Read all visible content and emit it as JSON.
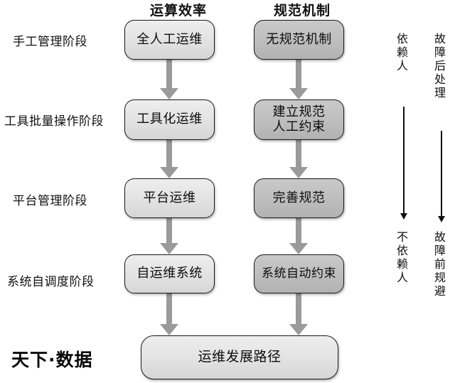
{
  "diagram": {
    "column_headers": [
      {
        "id": "compute-efficiency",
        "label": "运算效率"
      },
      {
        "id": "standard-mechanism",
        "label": "规范机制"
      }
    ],
    "stages": [
      {
        "id": "manual-management",
        "label": "手工管理阶段"
      },
      {
        "id": "tool-batch-operation",
        "label": "工具批量操作阶段"
      },
      {
        "id": "platform-management",
        "label": "平台管理阶段"
      },
      {
        "id": "system-self-scheduling",
        "label": "系统自调度阶段"
      }
    ],
    "left_column_nodes": [
      {
        "id": "all-manual-ops",
        "label": "全人工运维",
        "fill": "#e2e2e2"
      },
      {
        "id": "tooling-ops",
        "label": "工具化运维",
        "fill": "#e2e2e2"
      },
      {
        "id": "platform-ops",
        "label": "平台运维",
        "fill": "#e2e2e2"
      },
      {
        "id": "self-ops-system",
        "label": "自运维系统",
        "fill": "#e2e2e2"
      }
    ],
    "right_column_nodes": [
      {
        "id": "no-standard-mechanism",
        "label": "无规范机制",
        "fill": "#bdbdbd"
      },
      {
        "id": "establish-standard-manual-constraint",
        "line1": "建立规范",
        "line2": "人工约束",
        "fill": "#bdbdbd"
      },
      {
        "id": "improve-standard",
        "label": "完善规范",
        "fill": "#bdbdbd"
      },
      {
        "id": "system-auto-constraint",
        "label": "系统自动约束",
        "fill": "#bdbdbd"
      }
    ],
    "final_node": {
      "id": "ops-development-path",
      "label": "运维发展路径",
      "fill": "#e2e2e2"
    },
    "axes": [
      {
        "id": "human-dependency",
        "top_label": "依赖人",
        "bottom_label": "不依赖人"
      },
      {
        "id": "fault-handling",
        "top_label": "故障后处理",
        "bottom_label": "故障前规避"
      }
    ],
    "watermark": "天下·数据",
    "colors": {
      "light_fill": "#e2e2e2",
      "dark_fill": "#bdbdbd",
      "arrow_gray": "#9a9a9a",
      "outline": "#1a1a1a",
      "text": "#111111",
      "background": "#ffffff"
    }
  }
}
